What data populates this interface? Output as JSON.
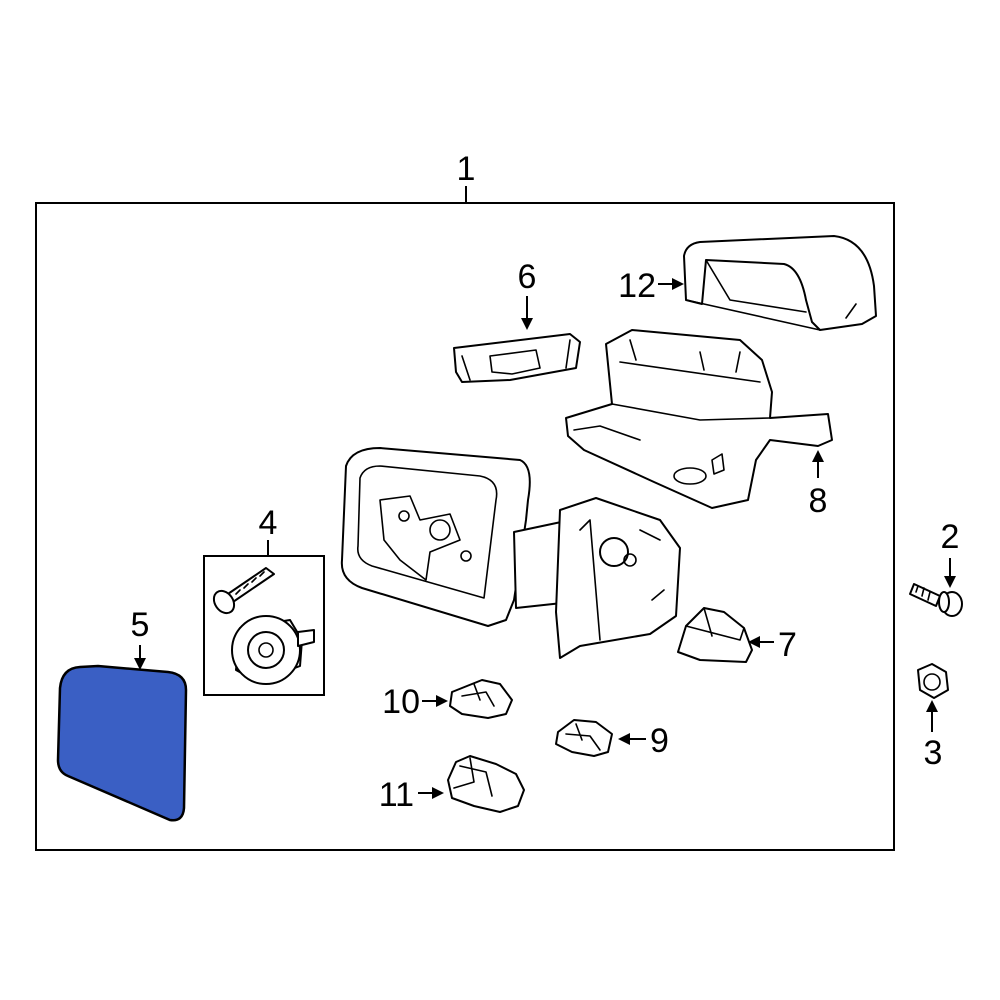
{
  "diagram": {
    "callouts": [
      {
        "id": "1",
        "label": "1"
      },
      {
        "id": "2",
        "label": "2"
      },
      {
        "id": "3",
        "label": "3"
      },
      {
        "id": "4",
        "label": "4"
      },
      {
        "id": "5",
        "label": "5"
      },
      {
        "id": "6",
        "label": "6"
      },
      {
        "id": "7",
        "label": "7"
      },
      {
        "id": "8",
        "label": "8"
      },
      {
        "id": "9",
        "label": "9"
      },
      {
        "id": "10",
        "label": "10"
      },
      {
        "id": "11",
        "label": "11"
      },
      {
        "id": "12",
        "label": "12"
      }
    ],
    "colors": {
      "highlight_part": "#3a5fc4",
      "line": "#000000",
      "background": "#ffffff"
    },
    "highlighted_part": "5"
  }
}
